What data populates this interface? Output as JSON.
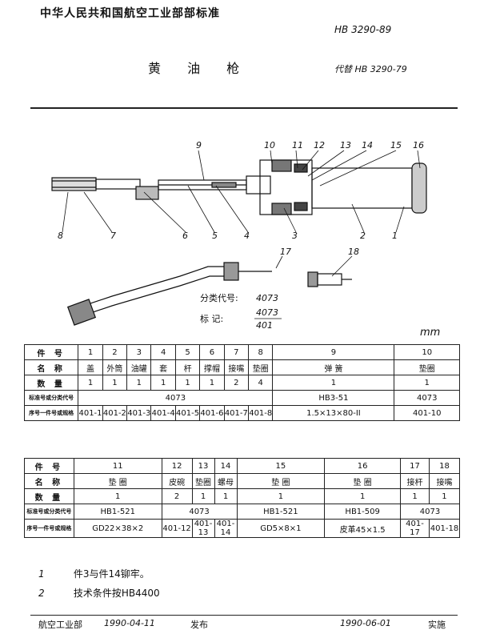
{
  "header": {
    "standard_title": "中华人民共和国航空工业部部标准",
    "standard_code": "HB 3290-89",
    "title": "黄 油 枪",
    "replaces": "代替 HB 3290-79"
  },
  "drawing": {
    "callouts": [
      "1",
      "2",
      "3",
      "4",
      "5",
      "6",
      "7",
      "8",
      "9",
      "10",
      "11",
      "12",
      "13",
      "14",
      "15",
      "16",
      "17",
      "18"
    ],
    "class_code_label": "分类代号:",
    "class_code_value": "4073",
    "mark_label": "标 记:",
    "mark_value_top": "4073",
    "mark_value_bottom": "401"
  },
  "unit": "mm",
  "table1": {
    "row_labels": [
      "件 号",
      "名 称",
      "数 量",
      "标准号或分类代号",
      "序号一件号或规格"
    ],
    "columns": [
      {
        "no": "1",
        "name": "盖",
        "qty": "1",
        "spec": "401-1"
      },
      {
        "no": "2",
        "name": "外筒",
        "qty": "1",
        "spec": "401-2"
      },
      {
        "no": "3",
        "name": "油罐",
        "qty": "1",
        "spec": "401-3"
      },
      {
        "no": "4",
        "name": "套",
        "qty": "1",
        "spec": "401-4"
      },
      {
        "no": "5",
        "name": "杆",
        "qty": "1",
        "spec": "401-5"
      },
      {
        "no": "6",
        "name": "撑帽",
        "qty": "1",
        "spec": "401-6"
      },
      {
        "no": "7",
        "name": "接嘴",
        "qty": "2",
        "spec": "401-7"
      },
      {
        "no": "8",
        "name": "垫圈",
        "qty": "4",
        "spec": "401-8"
      },
      {
        "no": "9",
        "name": "弹 簧",
        "qty": "1",
        "std": "HB3-51",
        "spec": "1.5×13×80-II"
      },
      {
        "no": "10",
        "name": "垫圈",
        "qty": "1",
        "std": "4073",
        "spec": "401-10"
      }
    ],
    "merged_std": "4073"
  },
  "table2": {
    "row_labels": [
      "件 号",
      "名 称",
      "数 量",
      "标准号或分类代号",
      "序号一件号或规格"
    ],
    "columns": [
      {
        "no": "11",
        "name": "垫 圈",
        "qty": "1",
        "std": "HB1-521",
        "spec": "GD22×38×2"
      },
      {
        "no": "12",
        "name": "皮碗",
        "qty": "2",
        "spec": "401-12"
      },
      {
        "no": "13",
        "name": "垫圈",
        "qty": "1",
        "spec": "401-13"
      },
      {
        "no": "14",
        "name": "螺母",
        "qty": "1",
        "spec": "401-14"
      },
      {
        "no": "15",
        "name": "垫 圈",
        "qty": "1",
        "std": "HB1-521",
        "spec": "GD5×8×1"
      },
      {
        "no": "16",
        "name": "垫 圈",
        "qty": "1",
        "std": "HB1-509",
        "spec": "皮革45×1.5"
      },
      {
        "no": "17",
        "name": "接杆",
        "qty": "1",
        "spec": "401-17"
      },
      {
        "no": "18",
        "name": "接嘴",
        "qty": "1",
        "spec": "401-18"
      }
    ],
    "merged_std_a": "4073",
    "merged_std_b": "4073"
  },
  "notes": [
    {
      "num": "1",
      "text": "件3与件14铆牢。"
    },
    {
      "num": "2",
      "text": "技术条件按HB4400"
    }
  ],
  "footer": {
    "issuer": "航空工业部",
    "issue_date": "1990-04-11",
    "issue_word": "发布",
    "impl_date": "1990-06-01",
    "impl_word": "实施"
  }
}
